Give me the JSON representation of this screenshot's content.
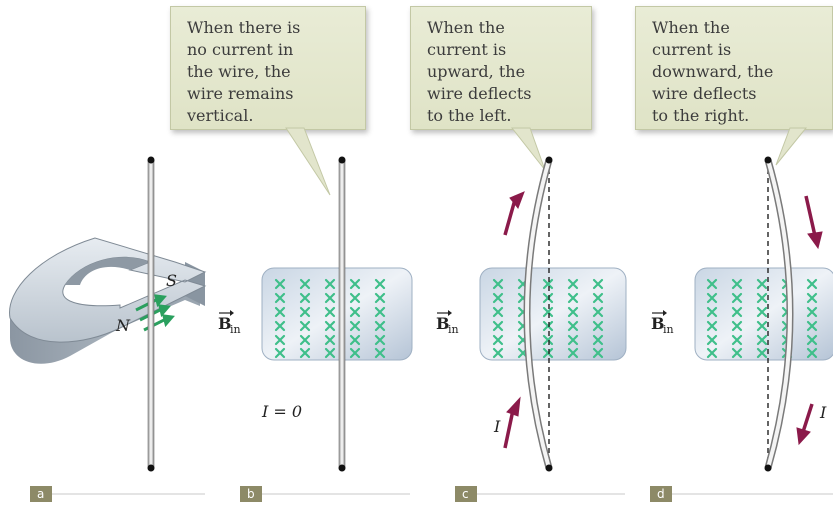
{
  "callouts": {
    "b": "When there is\nno current in\nthe wire, the\nwire remains\nvertical.",
    "c": "When the\ncurrent is\nupward, the\nwire deflects\nto the left.",
    "d": "When the\ncurrent is\ndownward, the\nwire deflects\nto the right."
  },
  "magnet": {
    "north": "N",
    "south": "S"
  },
  "field_label": {
    "symbol": "B",
    "subscript": "in"
  },
  "current_label": "I",
  "zero_current_label": "I = 0",
  "panels": [
    "a",
    "b",
    "c",
    "d"
  ],
  "colors": {
    "field_x": "#3fbf8a",
    "arrow": "#8b1a4a",
    "panel_tag": "#8d8a67",
    "callout_bg": "#e4e7cf"
  }
}
